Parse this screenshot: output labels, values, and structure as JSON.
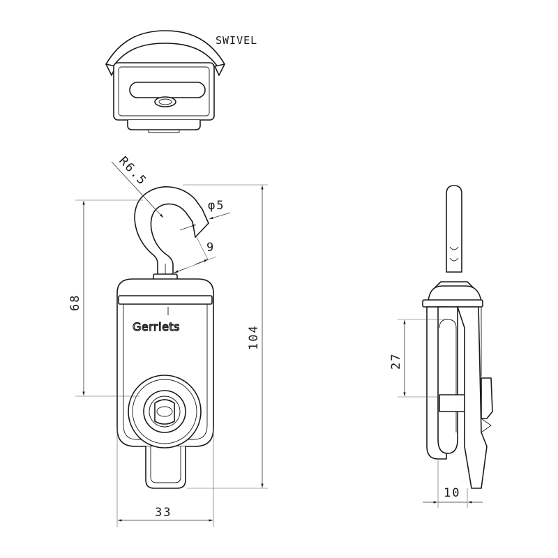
{
  "top_view": {
    "label": "SWIVEL"
  },
  "front_view": {
    "brand": "Gerriets",
    "dims": {
      "hook_radius": "R6.5",
      "wire_diameter": "φ5",
      "hook_gap": "9",
      "height_to_axle": "68",
      "total_height": "104",
      "width": "33"
    }
  },
  "side_view": {
    "dims": {
      "slot_length": "27",
      "thickness": "10"
    }
  }
}
